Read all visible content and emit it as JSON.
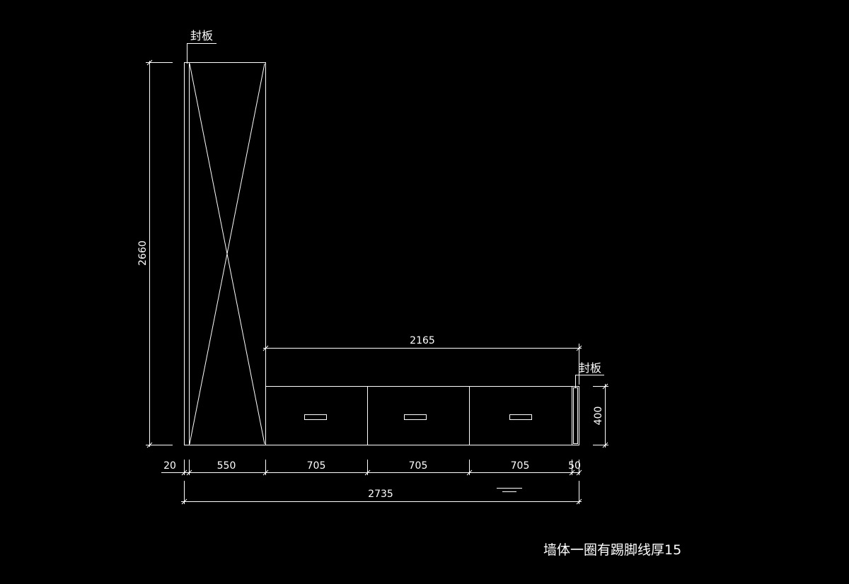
{
  "colors": {
    "background": "#000000",
    "line": "#ffffff"
  },
  "labels": {
    "cover_panel_top": "封板",
    "cover_panel_right": "封板"
  },
  "dimensions": {
    "height_total": "2660",
    "width_top_run": "2165",
    "height_low_cabinet": "400",
    "seg_1": "20",
    "seg_2": "550",
    "seg_3": "705",
    "seg_4": "705",
    "seg_5": "705",
    "seg_6": "50",
    "width_total": "2735"
  },
  "note": "墙体一圈有踢脚线厚15"
}
